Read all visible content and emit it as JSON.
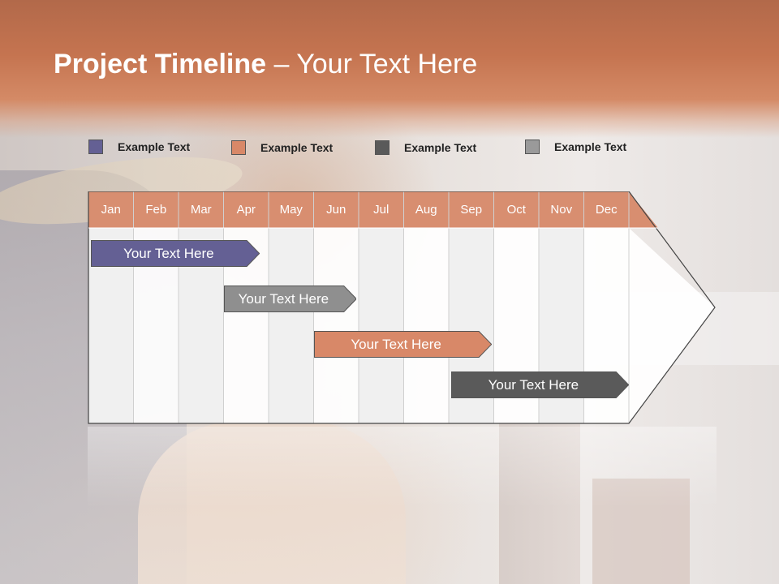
{
  "header": {
    "title_bold": "Project Timeline",
    "title_rest": " – Your Text Here"
  },
  "legend": [
    {
      "label": "Example Text",
      "color": "#646094"
    },
    {
      "label": "Example Text",
      "color": "#d88868"
    },
    {
      "label": "Example Text",
      "color": "#5a5a5a"
    },
    {
      "label": "Example Text",
      "color": "#9a9a9a"
    }
  ],
  "timeline": {
    "months": [
      "Jan",
      "Feb",
      "Mar",
      "Apr",
      "May",
      "Jun",
      "Jul",
      "Aug",
      "Sep",
      "Oct",
      "Nov",
      "Dec"
    ],
    "header_color": "#d88e70",
    "bars": [
      {
        "label": "Your  Text Here",
        "color": "#646094",
        "start_month": 0.05,
        "end_month": 3.8
      },
      {
        "label": "Your  Text Here",
        "color": "#8f8f8f",
        "start_month": 3.0,
        "end_month": 5.95
      },
      {
        "label": "Your  Text Here",
        "color": "#d88868",
        "start_month": 5.0,
        "end_month": 8.95
      },
      {
        "label": "Your  Text Here",
        "color": "#5a5a5a",
        "start_month": 8.05,
        "end_month": 12.0
      }
    ]
  }
}
